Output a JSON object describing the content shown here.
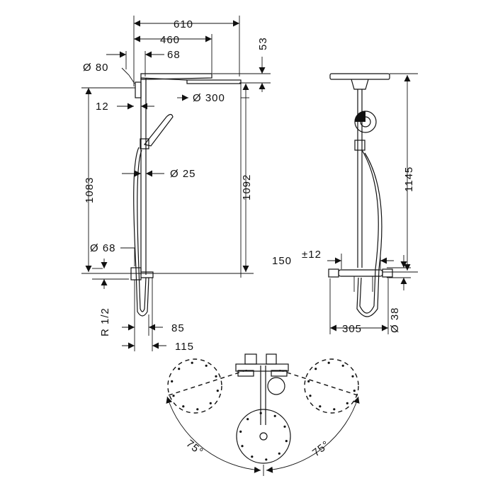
{
  "dimensions": {
    "side_view": {
      "total_width": "610",
      "arm_length": "460",
      "arm_offset": "68",
      "wall_bracket_diameter": "Ø 80",
      "head_thickness": "53",
      "head_diameter": "Ø 300",
      "bracket_offset": "12",
      "height_bracket": "1083",
      "height_head": "1092",
      "rail_diameter": "Ø 25",
      "mixer_bracket_diameter": "Ø 68",
      "connection": "R 1/2",
      "spacing_85": "85",
      "spacing_115": "115"
    },
    "front_view": {
      "total_height": "1145",
      "centres": "150",
      "centres_tolerance": "±12",
      "mixer_width": "305",
      "mixer_diameter": "Ø 38"
    },
    "top_view": {
      "swivel_left": "75°",
      "swivel_right": "75°"
    }
  }
}
